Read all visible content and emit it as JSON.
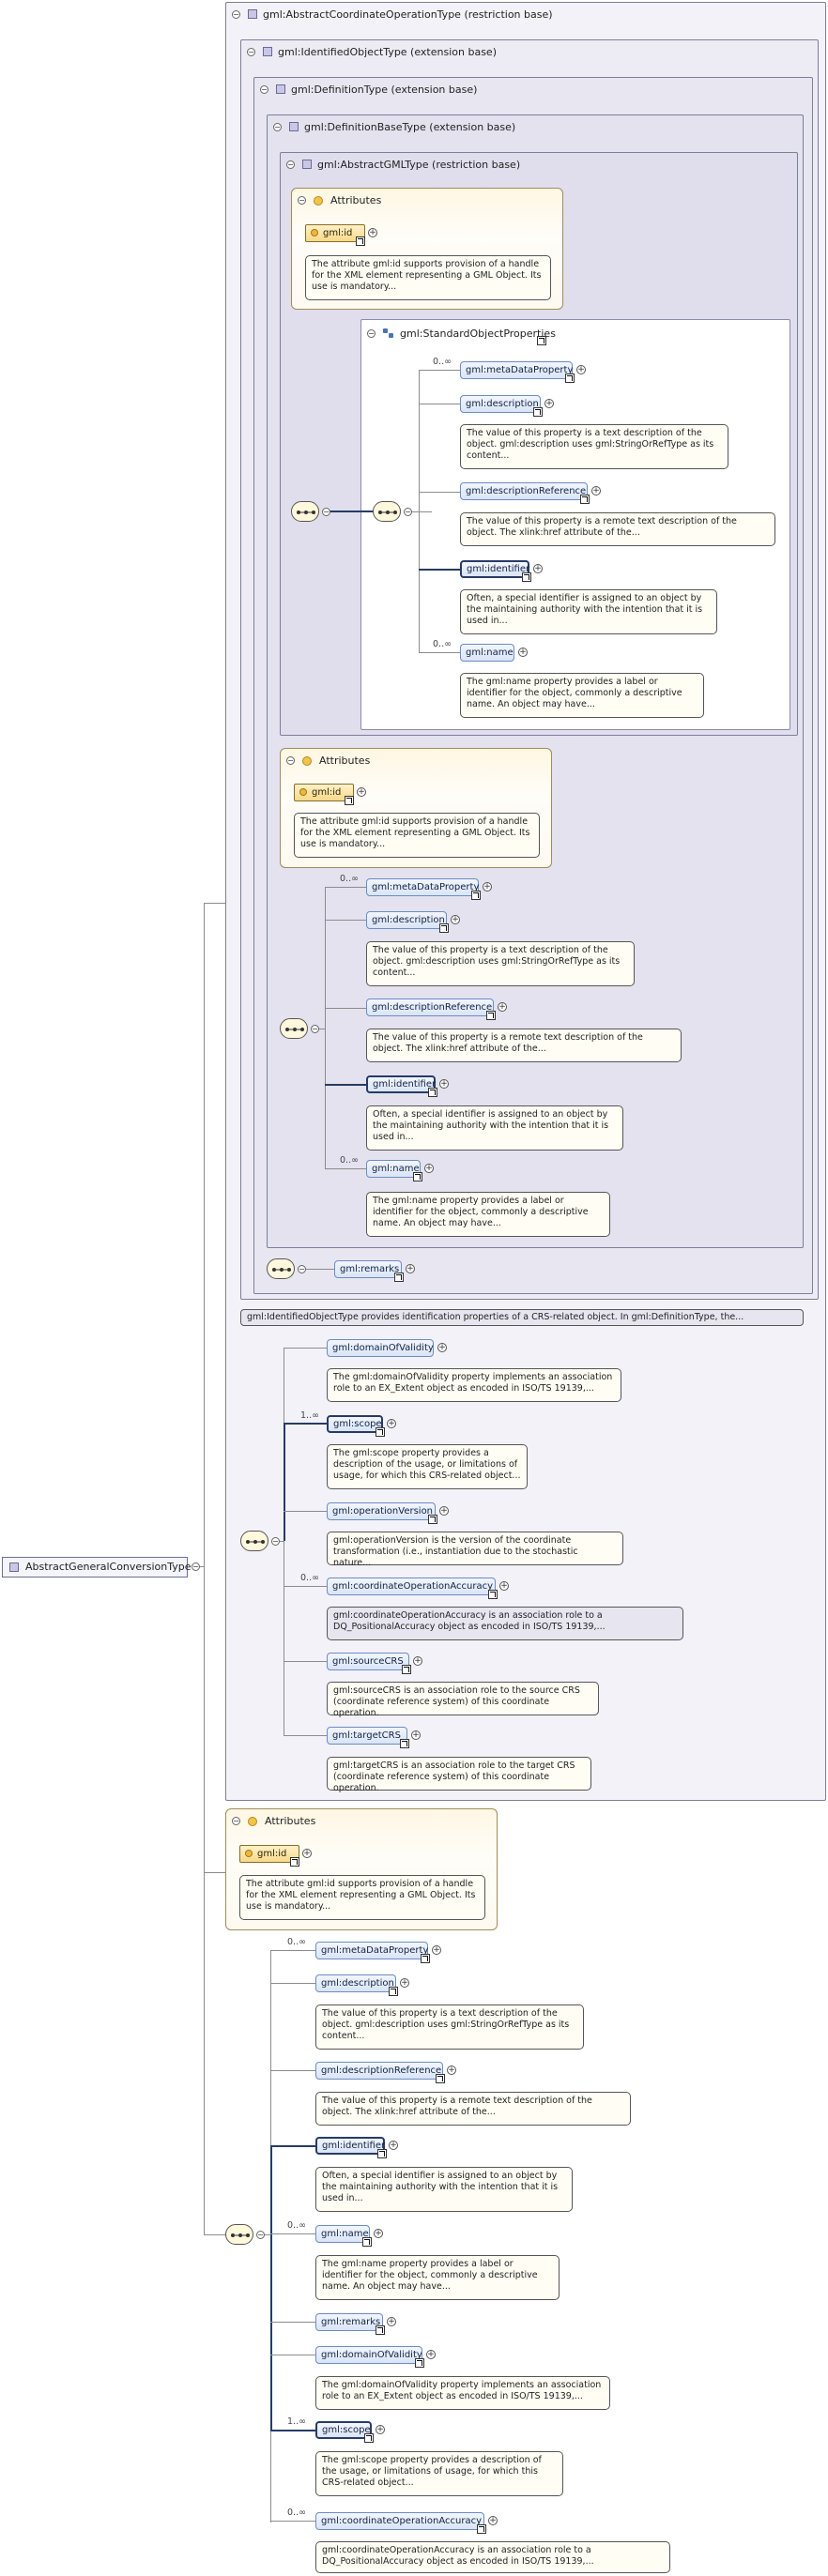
{
  "root": {
    "label": "AbstractGeneralConversionType"
  },
  "types": {
    "aco": "gml:AbstractCoordinateOperationType (restriction base)",
    "io": "gml:IdentifiedObjectType (extension base)",
    "def": "gml:DefinitionType (extension base)",
    "defbase": "gml:DefinitionBaseType (extension base)",
    "agml": "gml:AbstractGMLType (restriction base)"
  },
  "group": {
    "label": "gml:StandardObjectProperties"
  },
  "attributes_label": "Attributes",
  "attr": {
    "name": "gml:id",
    "doc": "The attribute gml:id supports provision of a handle for the XML element representing a GML Object. Its use is mandatory..."
  },
  "cards": {
    "many0": "0..∞",
    "many1": "1..∞"
  },
  "elements": {
    "metaDataProperty": "gml:metaDataProperty",
    "description": "gml:description",
    "descriptionReference": "gml:descriptionReference",
    "identifier": "gml:identifier",
    "name": "gml:name",
    "remarks": "gml:remarks",
    "domainOfValidity": "gml:domainOfValidity",
    "scope": "gml:scope",
    "operationVersion": "gml:operationVersion",
    "coordinateOperationAccuracy": "gml:coordinateOperationAccuracy",
    "sourceCRS": "gml:sourceCRS",
    "targetCRS": "gml:targetCRS"
  },
  "docs": {
    "description": "The value of this property is a text description of the object. gml:description uses gml:StringOrRefType as its content...",
    "descriptionReference": "The value of this property is a remote text description of the object. The xlink:href attribute of the...",
    "identifier": "Often, a special identifier is assigned to an object by the maintaining authority with the intention that it is used in...",
    "name": "The gml:name property provides a label or identifier for the object, commonly a descriptive name. An object may have...",
    "identifiedObject": "gml:IdentifiedObjectType provides identification properties of a CRS-related object. In gml:DefinitionType, the...",
    "domainOfValidity": "The gml:domainOfValidity property implements an association role to an EX_Extent object as encoded in ISO/TS 19139,...",
    "scope": "The gml:scope property provides a description of the usage, or limitations of usage, for which this CRS-related object...",
    "operationVersion": "gml:operationVersion is the version of the coordinate transformation (i.e., instantiation due to the stochastic nature...",
    "coordinateOperationAccuracy": "gml:coordinateOperationAccuracy is an association role to a DQ_PositionalAccuracy object as encoded in ISO/TS 19139,...",
    "sourceCRS": "gml:sourceCRS is an association role to the source CRS (coordinate reference system) of this coordinate operation.",
    "targetCRS": "gml:targetCRS is an association role to the target CRS (coordinate reference system) of this coordinate operation."
  }
}
